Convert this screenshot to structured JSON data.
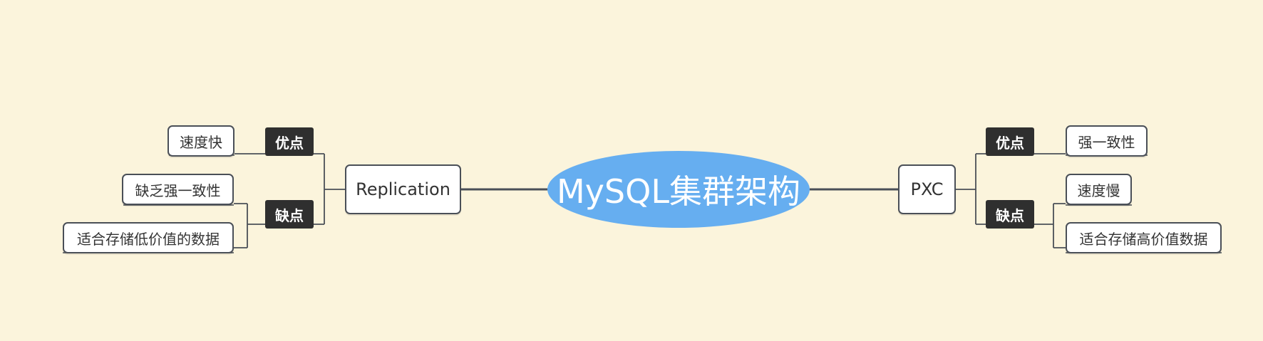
{
  "root": {
    "label": "MySQL集群架构"
  },
  "left": {
    "label": "Replication",
    "pros": {
      "label": "优点",
      "items": [
        "速度快"
      ]
    },
    "cons": {
      "label": "缺点",
      "items": [
        "缺乏强一致性",
        "适合存储低价值的数据"
      ]
    }
  },
  "right": {
    "label": "PXC",
    "pros": {
      "label": "优点",
      "items": [
        "强一致性"
      ]
    },
    "cons": {
      "label": "缺点",
      "items": [
        "速度慢",
        "适合存储高价值数据"
      ]
    }
  },
  "colors": {
    "background": "#fbf4dc",
    "root_fill": "#66aef0",
    "tag_fill": "#2f2f2f",
    "line": "#4a4f57"
  }
}
